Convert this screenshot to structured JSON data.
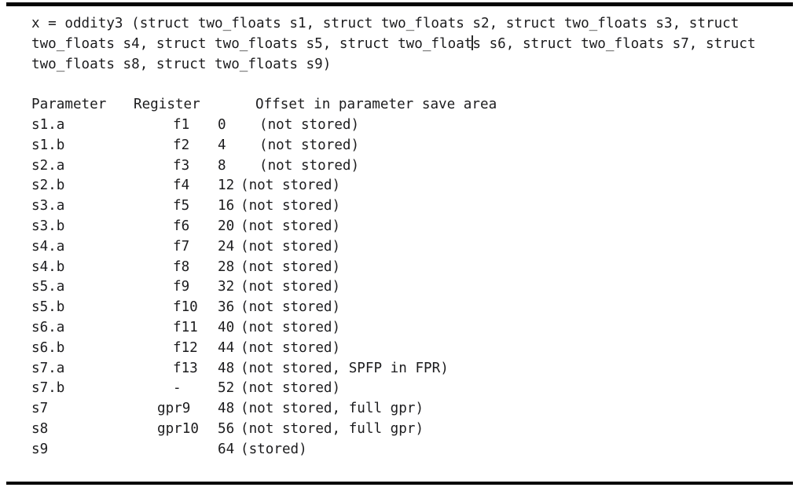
{
  "colors": {
    "background": "#ffffff",
    "text": "#1c1c1e",
    "rule": "#060606"
  },
  "signature": {
    "line1": "x = oddity3 (struct two_floats s1, struct two_floats s2, struct two_floats s3, struct",
    "line2_before_cursor": "two_floats s4, struct two_floats s5, struct two_float",
    "line2_after_cursor": "s s6, struct two_floats s7, struct",
    "line3": "two_floats s8, struct two_floats s9)"
  },
  "table": {
    "headers": {
      "parameter": "Parameter",
      "register": "Register",
      "offset": "Offset in parameter save area"
    },
    "rows": [
      {
        "parameter": "s1.a",
        "register": "f1",
        "offset": "0",
        "note": "(not stored)"
      },
      {
        "parameter": "s1.b",
        "register": "f2",
        "offset": "4",
        "note": "(not stored)"
      },
      {
        "parameter": "s2.a",
        "register": "f3",
        "offset": "8",
        "note": "(not stored)"
      },
      {
        "parameter": "s2.b",
        "register": "f4",
        "offset": "12",
        "note": "(not stored)"
      },
      {
        "parameter": "s3.a",
        "register": "f5",
        "offset": "16",
        "note": "(not stored)"
      },
      {
        "parameter": "s3.b",
        "register": "f6",
        "offset": "20",
        "note": "(not stored)"
      },
      {
        "parameter": "s4.a",
        "register": "f7",
        "offset": "24",
        "note": "(not stored)"
      },
      {
        "parameter": "s4.b",
        "register": "f8",
        "offset": "28",
        "note": "(not stored)"
      },
      {
        "parameter": "s5.a",
        "register": "f9",
        "offset": "32",
        "note": "(not stored)"
      },
      {
        "parameter": "s5.b",
        "register": "f10",
        "offset": "36",
        "note": "(not stored)"
      },
      {
        "parameter": "s6.a",
        "register": "f11",
        "offset": "40",
        "note": "(not stored)"
      },
      {
        "parameter": "s6.b",
        "register": "f12",
        "offset": "44",
        "note": "(not stored)"
      },
      {
        "parameter": "s7.a",
        "register": "f13",
        "offset": "48",
        "note": "(not stored, SPFP in FPR)"
      },
      {
        "parameter": "s7.b",
        "register": "-",
        "offset": "52",
        "note": "(not stored)"
      },
      {
        "parameter": "s7",
        "register": "gpr9",
        "offset": "48",
        "note": "(not stored, full gpr)"
      },
      {
        "parameter": "s8",
        "register": "gpr10",
        "offset": "56",
        "note": "(not stored, full gpr)"
      },
      {
        "parameter": "s9",
        "register": "",
        "offset": "64",
        "note": "(stored)"
      }
    ]
  }
}
